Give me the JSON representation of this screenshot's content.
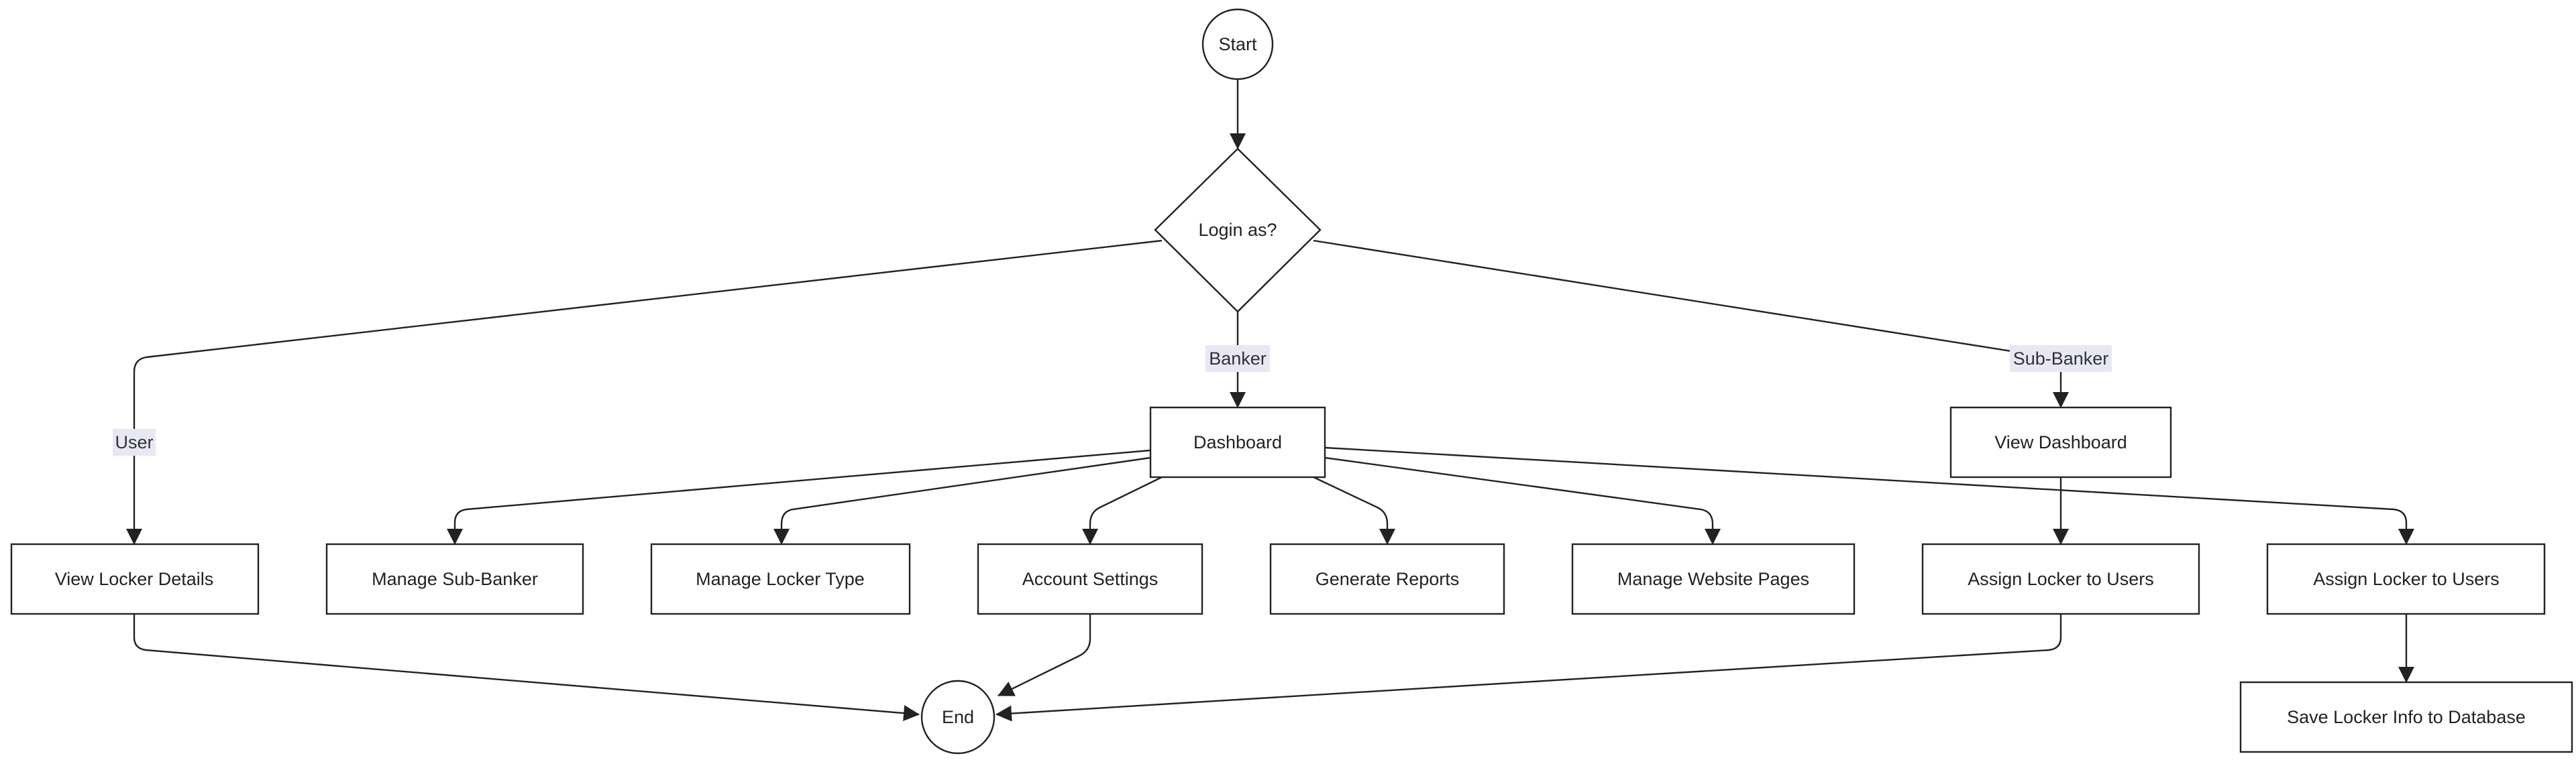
{
  "nodes": {
    "start": "Start",
    "login": "Login as?",
    "dashboard": "Dashboard",
    "view_dashboard": "View Dashboard",
    "view_locker_details": "View Locker Details",
    "manage_sub_banker": "Manage Sub-Banker",
    "manage_locker_type": "Manage Locker Type",
    "account_settings": "Account Settings",
    "generate_reports": "Generate Reports",
    "manage_website_pages": "Manage Website Pages",
    "assign_locker_users_sub": "Assign Locker to Users",
    "assign_locker_users_banker": "Assign Locker to Users",
    "save_locker_info": "Save Locker Info to Database",
    "end": "End"
  },
  "edge_labels": {
    "user": "User",
    "banker": "Banker",
    "sub_banker": "Sub-Banker"
  },
  "colors": {
    "stroke": "#222222",
    "label_bg": "#e8e8f4"
  }
}
